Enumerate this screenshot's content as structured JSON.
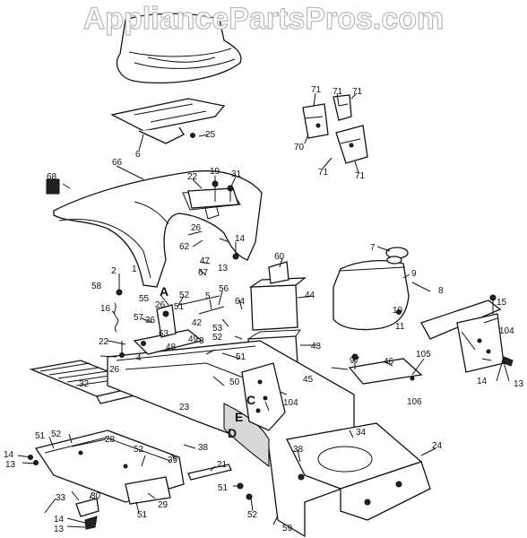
{
  "watermark": "AppliancePartsPros.com",
  "callouts": {
    "c1": "71",
    "c2": "71",
    "c3": "71",
    "c4": "70",
    "c5": "71",
    "c6": "71",
    "c7": "25",
    "c8": "6",
    "c9": "68",
    "c10": "66",
    "c11": "22",
    "c12": "19",
    "c13": "31",
    "c14": "26",
    "c15": "62",
    "c16": "14",
    "c17": "47",
    "c18": "13",
    "c19": "67",
    "c20": "7",
    "c21": "9",
    "c22": "8",
    "c23": "60",
    "c24": "44",
    "c25": "2",
    "c26": "1",
    "c27": "58",
    "c28": "A",
    "c29": "55",
    "c30": "26",
    "c31": "52",
    "c32": "51",
    "c33": "5",
    "c34": "56",
    "c35": "64",
    "c36": "16",
    "c37": "57",
    "c38": "36",
    "c39": "42",
    "c40": "53",
    "c41": "15",
    "c42": "10",
    "c43": "11",
    "c44": "104",
    "c45": "105",
    "c46": "22",
    "c47": "63",
    "c48": "48",
    "c49": "49",
    "c50": "3",
    "c51": "52",
    "c52": "51",
    "c53": "43",
    "c54": "4",
    "c55": "26",
    "c56": "97",
    "c57": "46",
    "c58": "106",
    "c59": "14",
    "c60": "13",
    "c61": "32",
    "c62": "50",
    "c63": "45",
    "c64": "23",
    "c65": "104",
    "c66": "C",
    "c67": "E",
    "c68": "D",
    "c69": "28",
    "c70": "51",
    "c71": "52",
    "c72": "14",
    "c73": "13",
    "c74": "38",
    "c75": "39",
    "c76": "52",
    "c77": "21",
    "c78": "34",
    "c79": "24",
    "c80": "38",
    "c81": "33",
    "c82": "30",
    "c83": "29",
    "c84": "51",
    "c85": "51",
    "c86": "52",
    "c87": "59",
    "c88": "14",
    "c89": "13"
  }
}
